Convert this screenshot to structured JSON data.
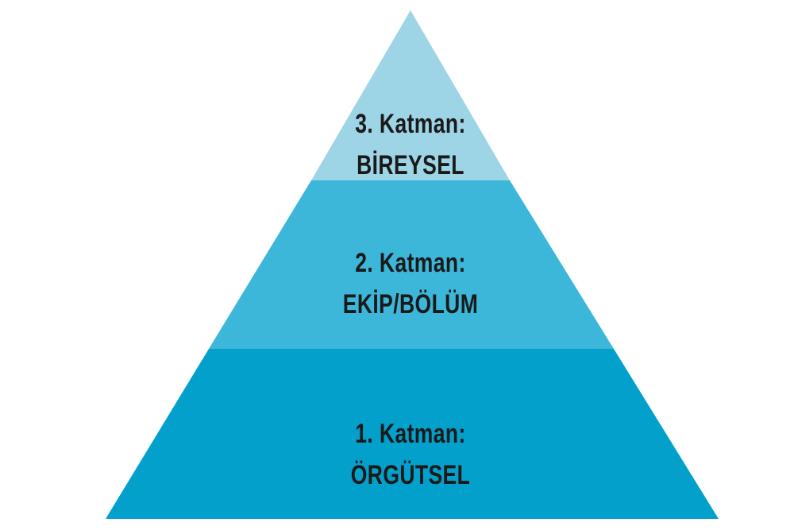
{
  "layers": [
    {
      "level": 3,
      "title": "3. Katman:",
      "name": "BİREYSEL",
      "color": "#9dd4e6"
    },
    {
      "level": 2,
      "title": "2. Katman:",
      "name": "EKİP/BÖLÜM",
      "color": "#3cb6d9"
    },
    {
      "level": 1,
      "title": "1. Katman:",
      "name": "ÖRGÜTSEL",
      "color": "#03a0cb"
    }
  ]
}
